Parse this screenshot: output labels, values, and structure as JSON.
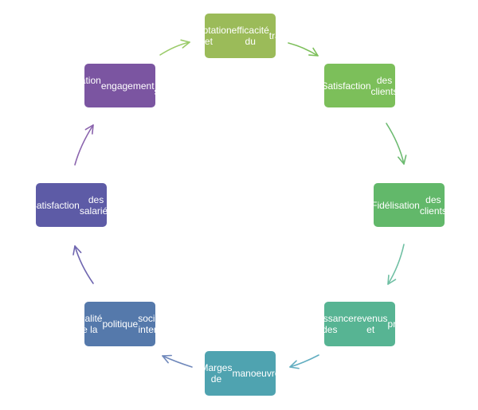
{
  "diagram": {
    "nodes": [
      {
        "id": "adaptation",
        "lines": [
          "Adaptation et",
          "efficacité du",
          "travail"
        ],
        "color": "#9bbb59"
      },
      {
        "id": "satisfaction-clients",
        "lines": [
          "Satisfaction",
          "des clients"
        ],
        "color": "#7cbf5a"
      },
      {
        "id": "fidelisation-clients",
        "lines": [
          "Fidélisation",
          "des clients"
        ],
        "color": "#62b86a"
      },
      {
        "id": "croissance",
        "lines": [
          "Croissance des",
          "revenus et",
          "profits"
        ],
        "color": "#57b493"
      },
      {
        "id": "marges",
        "lines": [
          "Marges de",
          "manoeuvre"
        ],
        "color": "#4fa3b0"
      },
      {
        "id": "qualite",
        "lines": [
          "Qualité de la",
          "politique",
          "sociale interne"
        ],
        "color": "#5579ab"
      },
      {
        "id": "satisfaction-salaries",
        "lines": [
          "Satisfaction",
          "des salariés"
        ],
        "color": "#5d5ba6"
      },
      {
        "id": "fidelisation-salaries",
        "lines": [
          "Fidélisation et",
          "engagement",
          "des salariés"
        ],
        "color": "#7b55a1"
      }
    ],
    "arrow_colors": [
      "#9bcb6a",
      "#7cbf5a",
      "#6cba70",
      "#6fbfa3",
      "#62aec1",
      "#6f88bb",
      "#6f66b0",
      "#8a63ad"
    ]
  }
}
